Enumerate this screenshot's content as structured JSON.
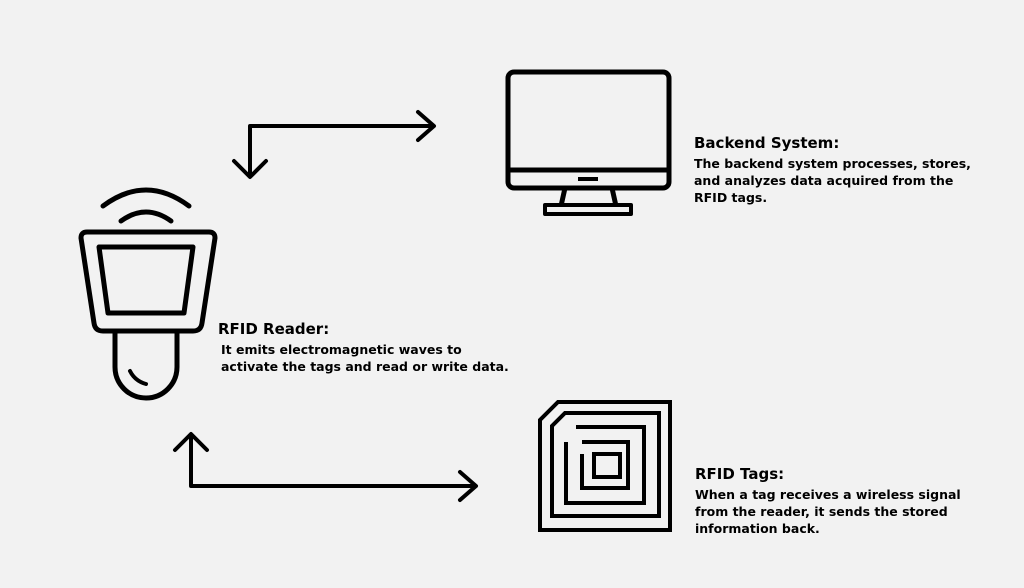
{
  "backend": {
    "title": "Backend System:",
    "description_lines": [
      "The backend system processes, stores,",
      "and analyzes data acquired from the",
      "RFID tags."
    ]
  },
  "reader": {
    "title": "RFID Reader:",
    "description_lines": [
      "It emits electromagnetic waves to",
      "activate the tags and read or write data."
    ]
  },
  "tags": {
    "title": "RFID Tags:",
    "description_lines": [
      "When a tag receives a wireless signal",
      "from the reader, it sends the stored",
      "information back."
    ]
  },
  "icons": {
    "reader": "rfid-reader-icon",
    "backend": "computer-monitor-icon",
    "tag": "rfid-tag-icon",
    "arrows": "bidirectional-arrow-icon"
  },
  "colors": {
    "stroke": "#000000",
    "background": "#f2f2f2"
  }
}
